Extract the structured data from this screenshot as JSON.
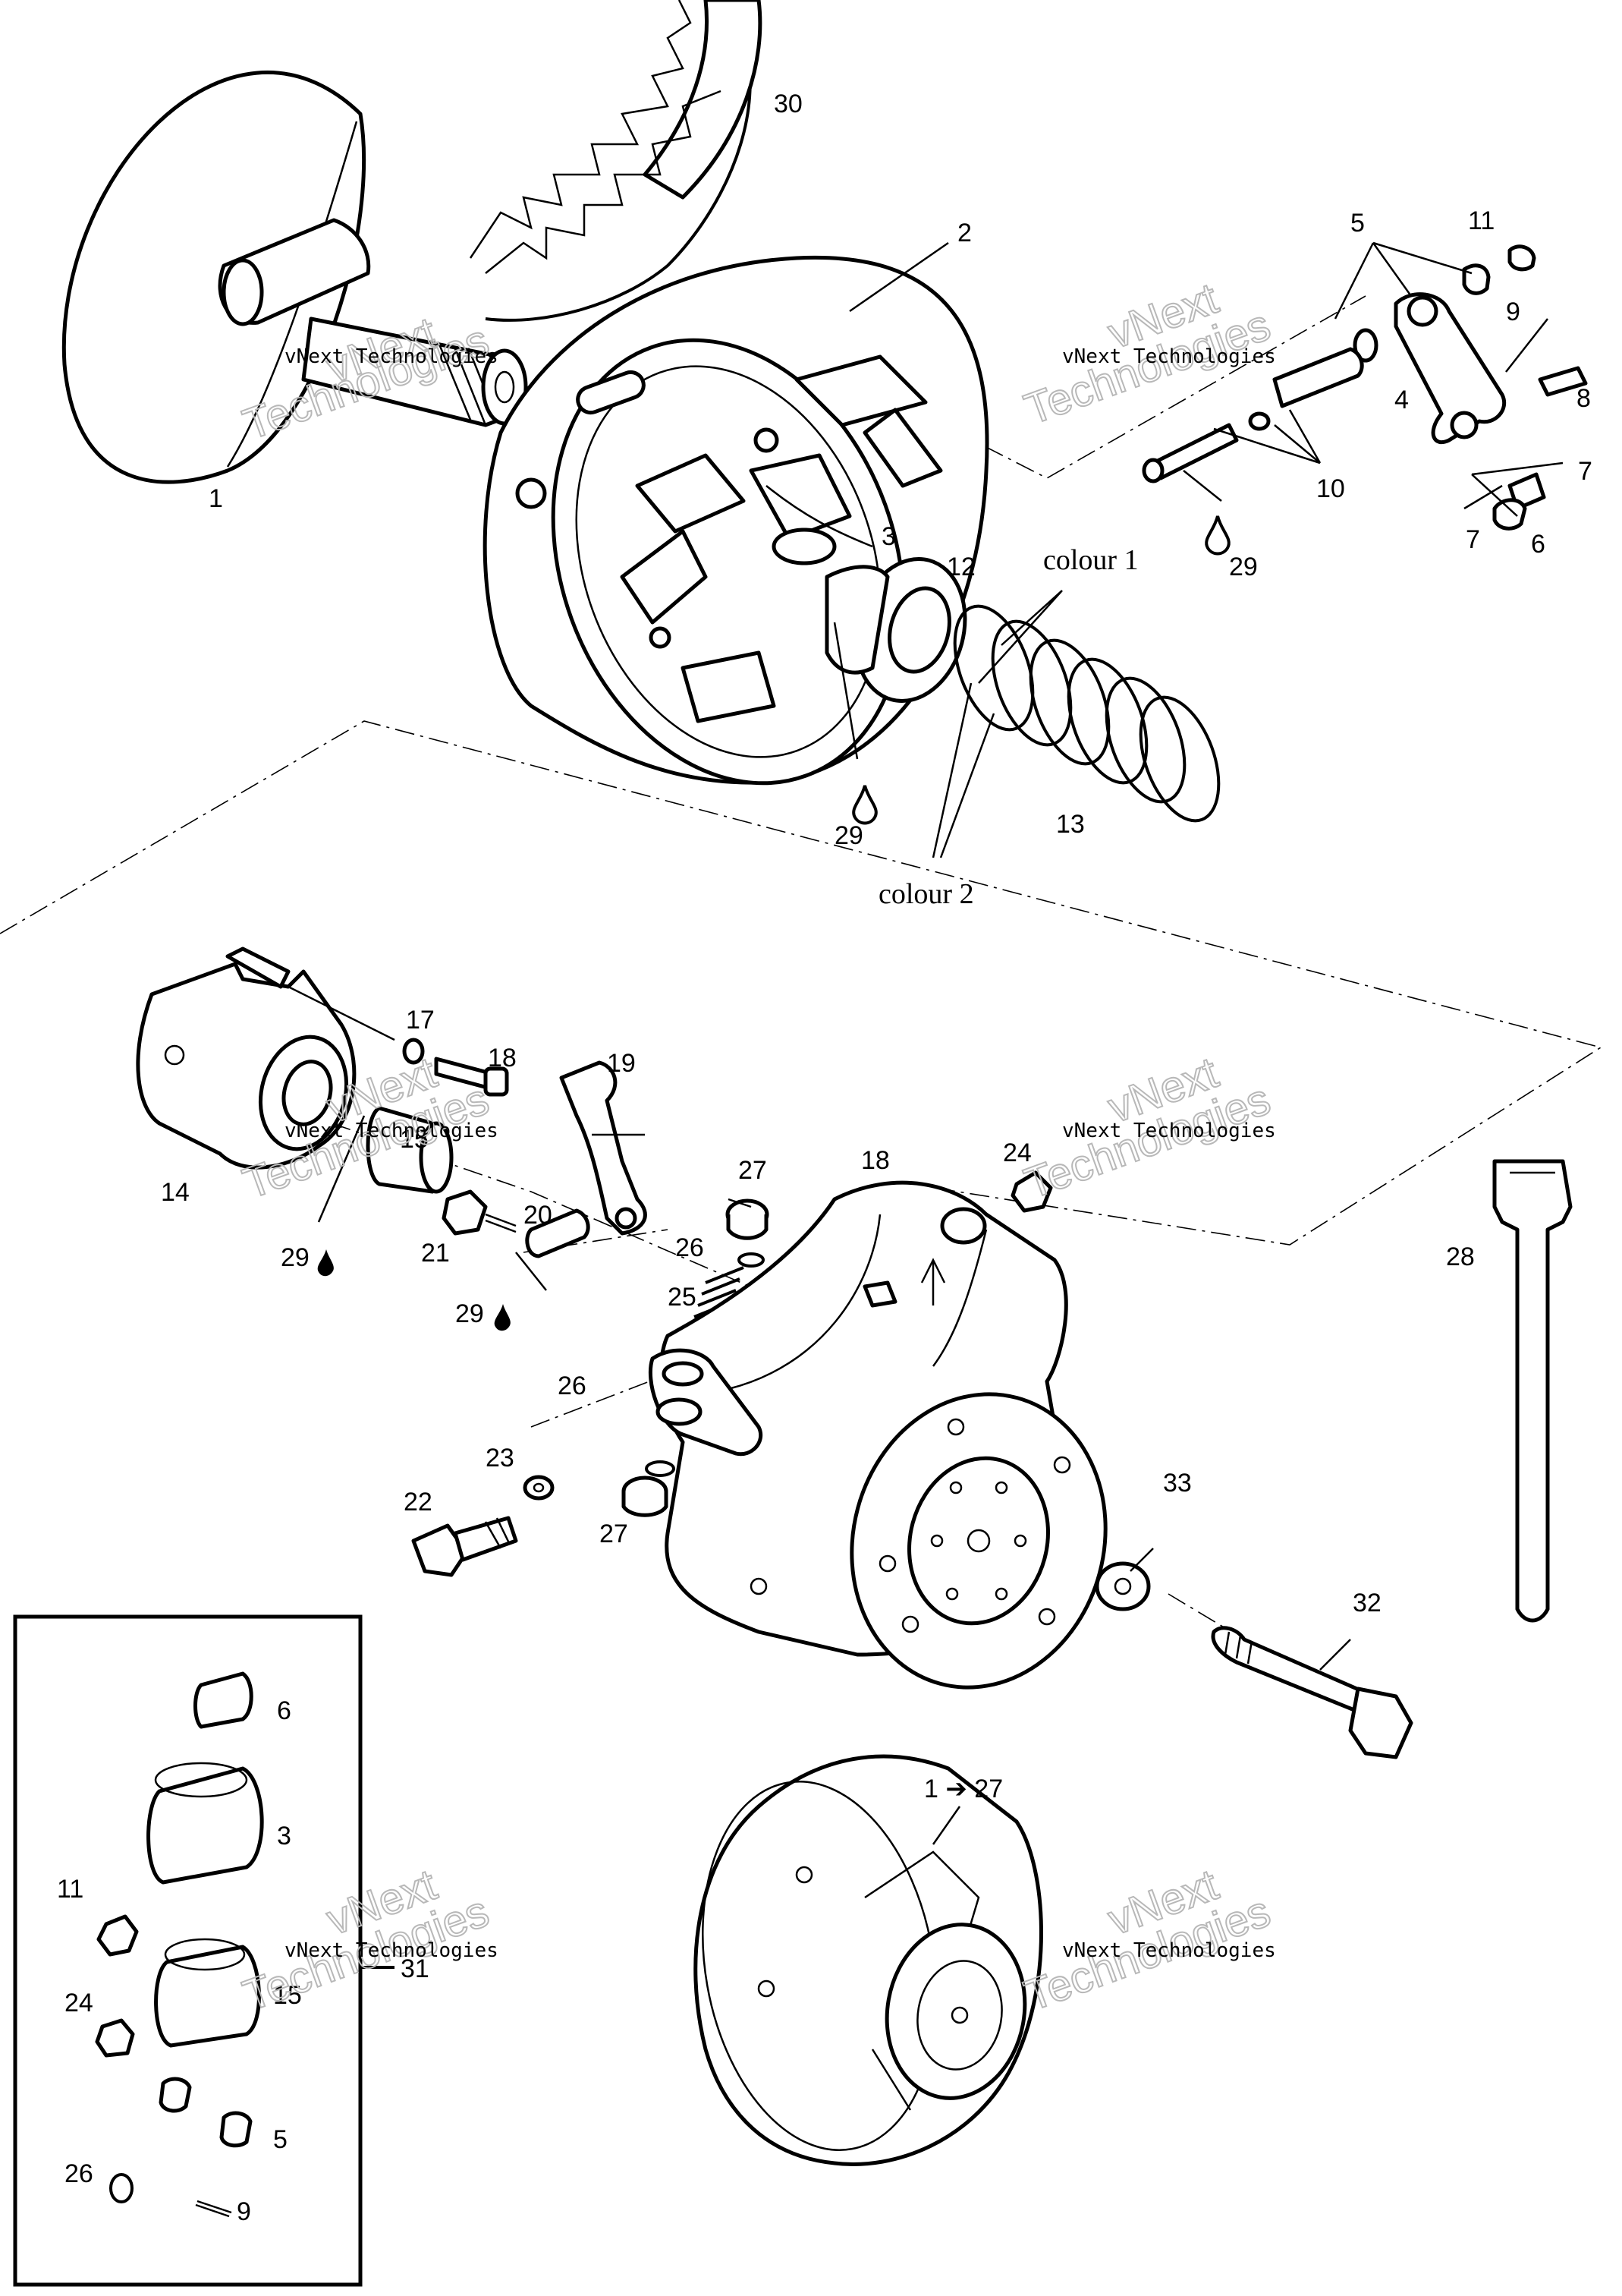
{
  "labels": {
    "p1": "1",
    "p2": "2",
    "p3": "3",
    "p4": "4",
    "p5": "5",
    "p6": "6",
    "p7a": "7",
    "p7b": "7",
    "p8": "8",
    "p9": "9",
    "p10": "10",
    "p11": "11",
    "p12": "12",
    "p13": "13",
    "p14": "14",
    "p15": "15",
    "p17": "17",
    "p18a": "18",
    "p18b": "18",
    "p19": "19",
    "p20": "20",
    "p21": "21",
    "p22": "22",
    "p23": "23",
    "p24": "24",
    "p25": "25",
    "p26a": "26",
    "p26b": "26",
    "p27a": "27",
    "p27b": "27",
    "p28": "28",
    "p29a": "29",
    "p29b": "29",
    "p29c": "29",
    "p29d": "29",
    "p30": "30",
    "p32": "32",
    "p33": "33",
    "colour1": "colour 1",
    "colour2": "colour 2",
    "assembly": "1 ➔ 27"
  },
  "kit": {
    "title": "31",
    "items": [
      "6",
      "3",
      "11",
      "15",
      "24",
      "5",
      "26",
      "9"
    ]
  },
  "watermark": {
    "small": "vNext Technologies",
    "big_top": "vNext",
    "big_bottom": "Technologies"
  }
}
